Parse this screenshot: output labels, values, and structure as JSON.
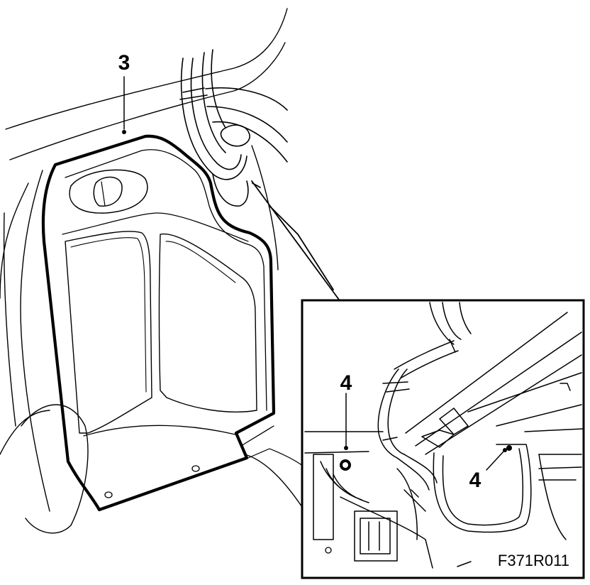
{
  "callouts": {
    "main_part": "3",
    "inset_left": "4",
    "inset_right": "4"
  },
  "figure_code": "F371R011",
  "colors": {
    "line": "#000000",
    "background": "#ffffff"
  }
}
